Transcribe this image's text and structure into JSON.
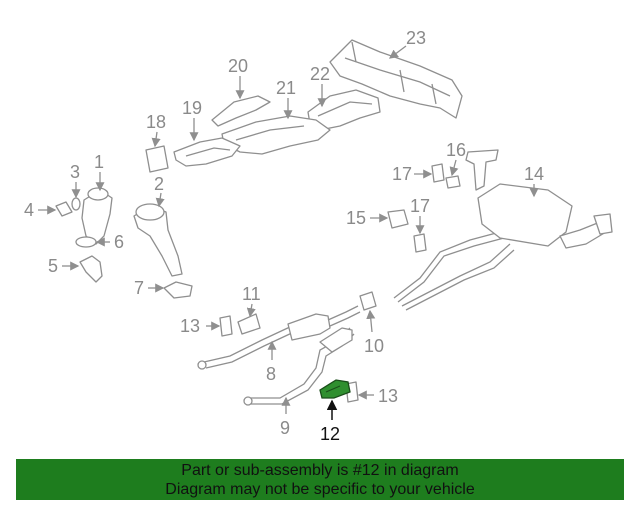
{
  "callouts": {
    "c1": "1",
    "c2": "2",
    "c3": "3",
    "c4": "4",
    "c5": "5",
    "c6": "6",
    "c7": "7",
    "c8": "8",
    "c9": "9",
    "c10": "10",
    "c11": "11",
    "c12": "12",
    "c13a": "13",
    "c13b": "13",
    "c14": "14",
    "c15": "15",
    "c16": "16",
    "c17a": "17",
    "c17b": "17",
    "c18": "18",
    "c19": "19",
    "c20": "20",
    "c21": "21",
    "c22": "22",
    "c23": "23"
  },
  "highlight": {
    "part_number": "12",
    "color": "#2f8f2f"
  },
  "banner": {
    "line1": "Part or sub-assembly is #12 in diagram",
    "line2": "Diagram may not be specific to your vehicle",
    "background": "#1e7d1e"
  }
}
